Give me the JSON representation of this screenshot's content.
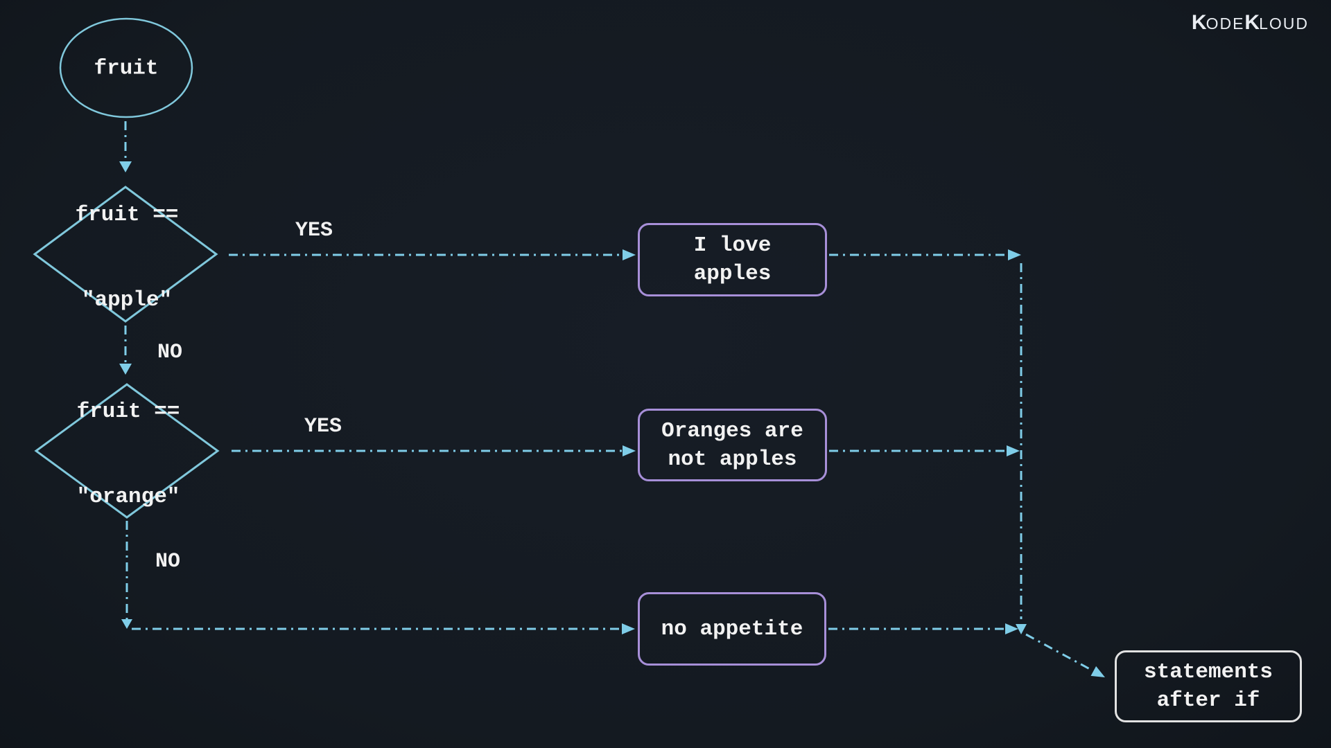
{
  "colors": {
    "background": "#141a21",
    "line": "#7fcde8",
    "node_stroke": "#80c8dc",
    "box_stroke": "#a78fd8",
    "end_stroke": "#e2e2e2",
    "text": "#f2f2f2",
    "logo_text": "#e9edf2"
  },
  "logo": {
    "k1": "K",
    "part1": "ODE",
    "k2": "K",
    "part2": "LOUD"
  },
  "chart_data": {
    "type": "flowchart",
    "title": "if / elif / else decision flow for variable fruit"
  },
  "nodes": {
    "start": {
      "label": "fruit"
    },
    "decision_apple": {
      "line1": "fruit ==",
      "line2": "\"apple\""
    },
    "decision_orange": {
      "line1": "fruit ==",
      "line2": "\"orange\""
    },
    "result_apple": {
      "line1": "I love",
      "line2": "apples"
    },
    "result_orange": {
      "line1": "Oranges are",
      "line2": "not apples"
    },
    "result_none": {
      "label": "no appetite"
    },
    "end": {
      "line1": "statements",
      "line2": "after if"
    }
  },
  "edge_labels": {
    "yes_apple": "YES",
    "no_apple": "NO",
    "yes_orange": "YES",
    "no_orange": "NO"
  }
}
